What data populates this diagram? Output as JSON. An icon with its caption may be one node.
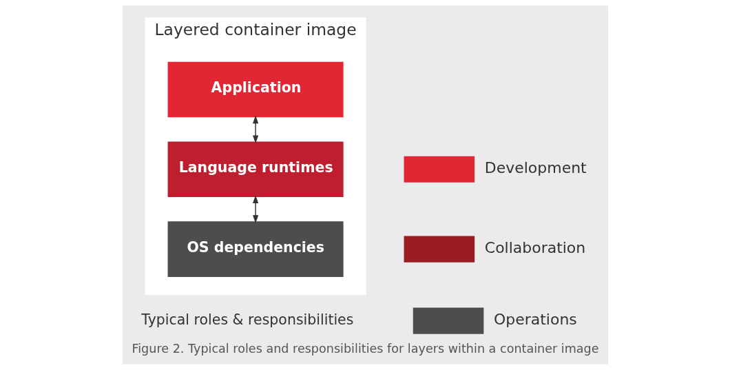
{
  "diagram": {
    "caption": "Figure 2. Typical roles and responsibilities for layers within a container image",
    "nodes": [
      {
        "text": [
          "Layered container image"
        ]
      },
      {
        "text": [
          "Application"
        ],
        "in": 0
      },
      {
        "text": [
          "Language runtimes"
        ],
        "in": 0
      },
      {
        "text": [
          "OS dependencies"
        ],
        "in": 0
      }
    ],
    "edges": [
      {
        "from": 2,
        "to": 1,
        "arrow": "both"
      },
      {
        "from": 3,
        "to": 2,
        "arrow": "both"
      }
    ],
    "labels": [
      "Typical roles & responsibilities"
    ],
    "legend": [
      {
        "text": "Development",
        "color": "#e32633"
      },
      {
        "text": "Collaboration",
        "color": "#9b1b22"
      },
      {
        "text": "Operations",
        "color": "#4d4d4d"
      }
    ]
  }
}
